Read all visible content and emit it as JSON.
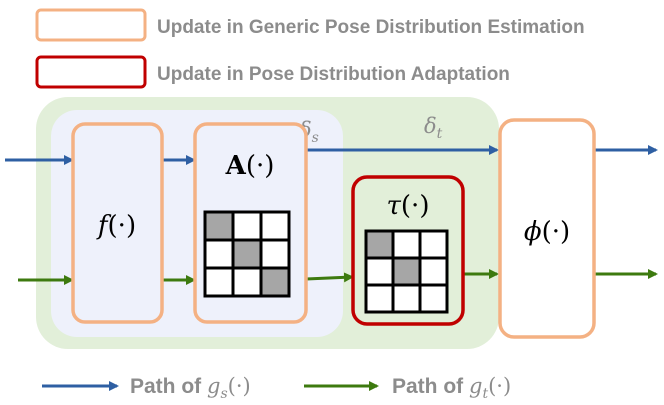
{
  "legend": {
    "generic_label": "Update in Generic Pose Distribution Estimation",
    "adaptation_label": "Update in Pose Distribution Adaptation",
    "path_s_prefix": "Path of ",
    "path_s_fn": "g",
    "path_s_sub": "s",
    "path_s_arg": "(·)",
    "path_t_prefix": "Path of ",
    "path_t_fn": "g",
    "path_t_sub": "t",
    "path_t_arg": "(·)"
  },
  "regions": {
    "delta_s_symbol": "δ",
    "delta_s_sub": "s",
    "delta_t_symbol": "δ",
    "delta_t_sub": "t"
  },
  "modules": {
    "f_fn": "f",
    "f_arg": "(·)",
    "a_fn": "A",
    "a_arg": "(·)",
    "tau_fn": "τ",
    "tau_arg": "(·)",
    "phi_fn": "ϕ",
    "phi_arg": "(·)"
  },
  "colors": {
    "generic_border": "#f4b183",
    "adaptation_border": "#c00000",
    "source_path": "#2e5fa3",
    "target_path": "#3d7a0f",
    "delta_t_region": "#e2efd9",
    "delta_s_region": "#eef1fb",
    "grid_gray": "#a6a6a6"
  },
  "matrices": {
    "a_shaded": [
      [
        1,
        0,
        0
      ],
      [
        0,
        1,
        0
      ],
      [
        0,
        0,
        1
      ]
    ],
    "tau_shaded": [
      [
        1,
        0,
        0
      ],
      [
        0,
        1,
        0
      ],
      [
        0,
        0,
        0
      ]
    ]
  }
}
